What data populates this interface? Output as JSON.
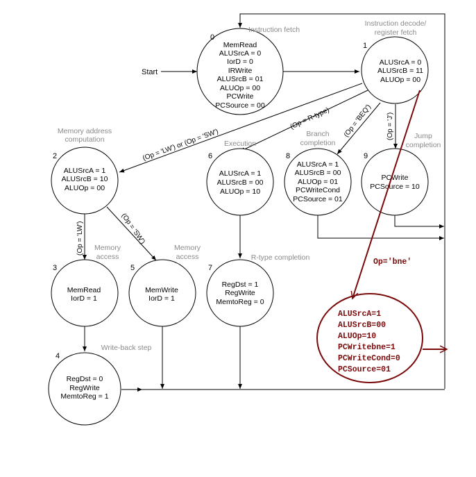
{
  "diagram": {
    "title": "Multicycle control finite state machine",
    "start_label": "Start",
    "states": [
      {
        "id": "0",
        "caption": [
          "Instruction fetch"
        ],
        "signals": [
          "MemRead",
          "ALUSrcA = 0",
          "IorD = 0",
          "IRWrite",
          "ALUSrcB = 01",
          "ALUOp = 00",
          "PCWrite",
          "PCSource = 00"
        ]
      },
      {
        "id": "1",
        "caption": [
          "Instruction decode/",
          "register fetch"
        ],
        "signals": [
          "ALUSrcA = 0",
          "ALUSrcB = 11",
          "ALUOp = 00"
        ]
      },
      {
        "id": "2",
        "caption": [
          "Memory address",
          "computation"
        ],
        "signals": [
          "ALUSrcA = 1",
          "ALUSrcB = 10",
          "ALUOp = 00"
        ]
      },
      {
        "id": "3",
        "caption": [
          "Memory",
          "access"
        ],
        "signals": [
          "MemRead",
          "IorD = 1"
        ]
      },
      {
        "id": "4",
        "caption": [
          "Write-back step"
        ],
        "signals": [
          "RegDst = 0",
          "RegWrite",
          "MemtoReg = 1"
        ]
      },
      {
        "id": "5",
        "caption": [
          "Memory",
          "access"
        ],
        "signals": [
          "MemWrite",
          "IorD = 1"
        ]
      },
      {
        "id": "6",
        "caption": [
          "Execution"
        ],
        "signals": [
          "ALUSrcA = 1",
          "ALUSrcB = 00",
          "ALUOp = 10"
        ]
      },
      {
        "id": "7",
        "caption": [
          "R-type completion"
        ],
        "signals": [
          "RegDst = 1",
          "RegWrite",
          "MemtoReg = 0"
        ]
      },
      {
        "id": "8",
        "caption": [
          "Branch",
          "completion"
        ],
        "signals": [
          "ALUSrcA = 1",
          "ALUSrcB = 00",
          "ALUOp = 01",
          "PCWriteCond",
          "PCSource = 01"
        ]
      },
      {
        "id": "9",
        "caption": [
          "Jump",
          "completion"
        ],
        "signals": [
          "PCWrite",
          "PCSource = 10"
        ]
      }
    ],
    "conditions": {
      "lw_sw": "(Op = 'LW') or (Op = 'SW')",
      "rtype": "(Op = R-type)",
      "beq": "(Op = 'BEQ')",
      "j": "(Op = 'J')",
      "lw": "(Op = 'LW')",
      "sw": "(Op = 'SW')"
    },
    "bne_addition": {
      "condition": "Op='bne'",
      "signals": [
        "ALUSrcA=1",
        "ALUSrcB=00",
        "ALUOp=10",
        "PCWritebne=1",
        "PCWriteCond=0",
        "PCSource=01"
      ],
      "color": "#7a0a0a"
    }
  }
}
